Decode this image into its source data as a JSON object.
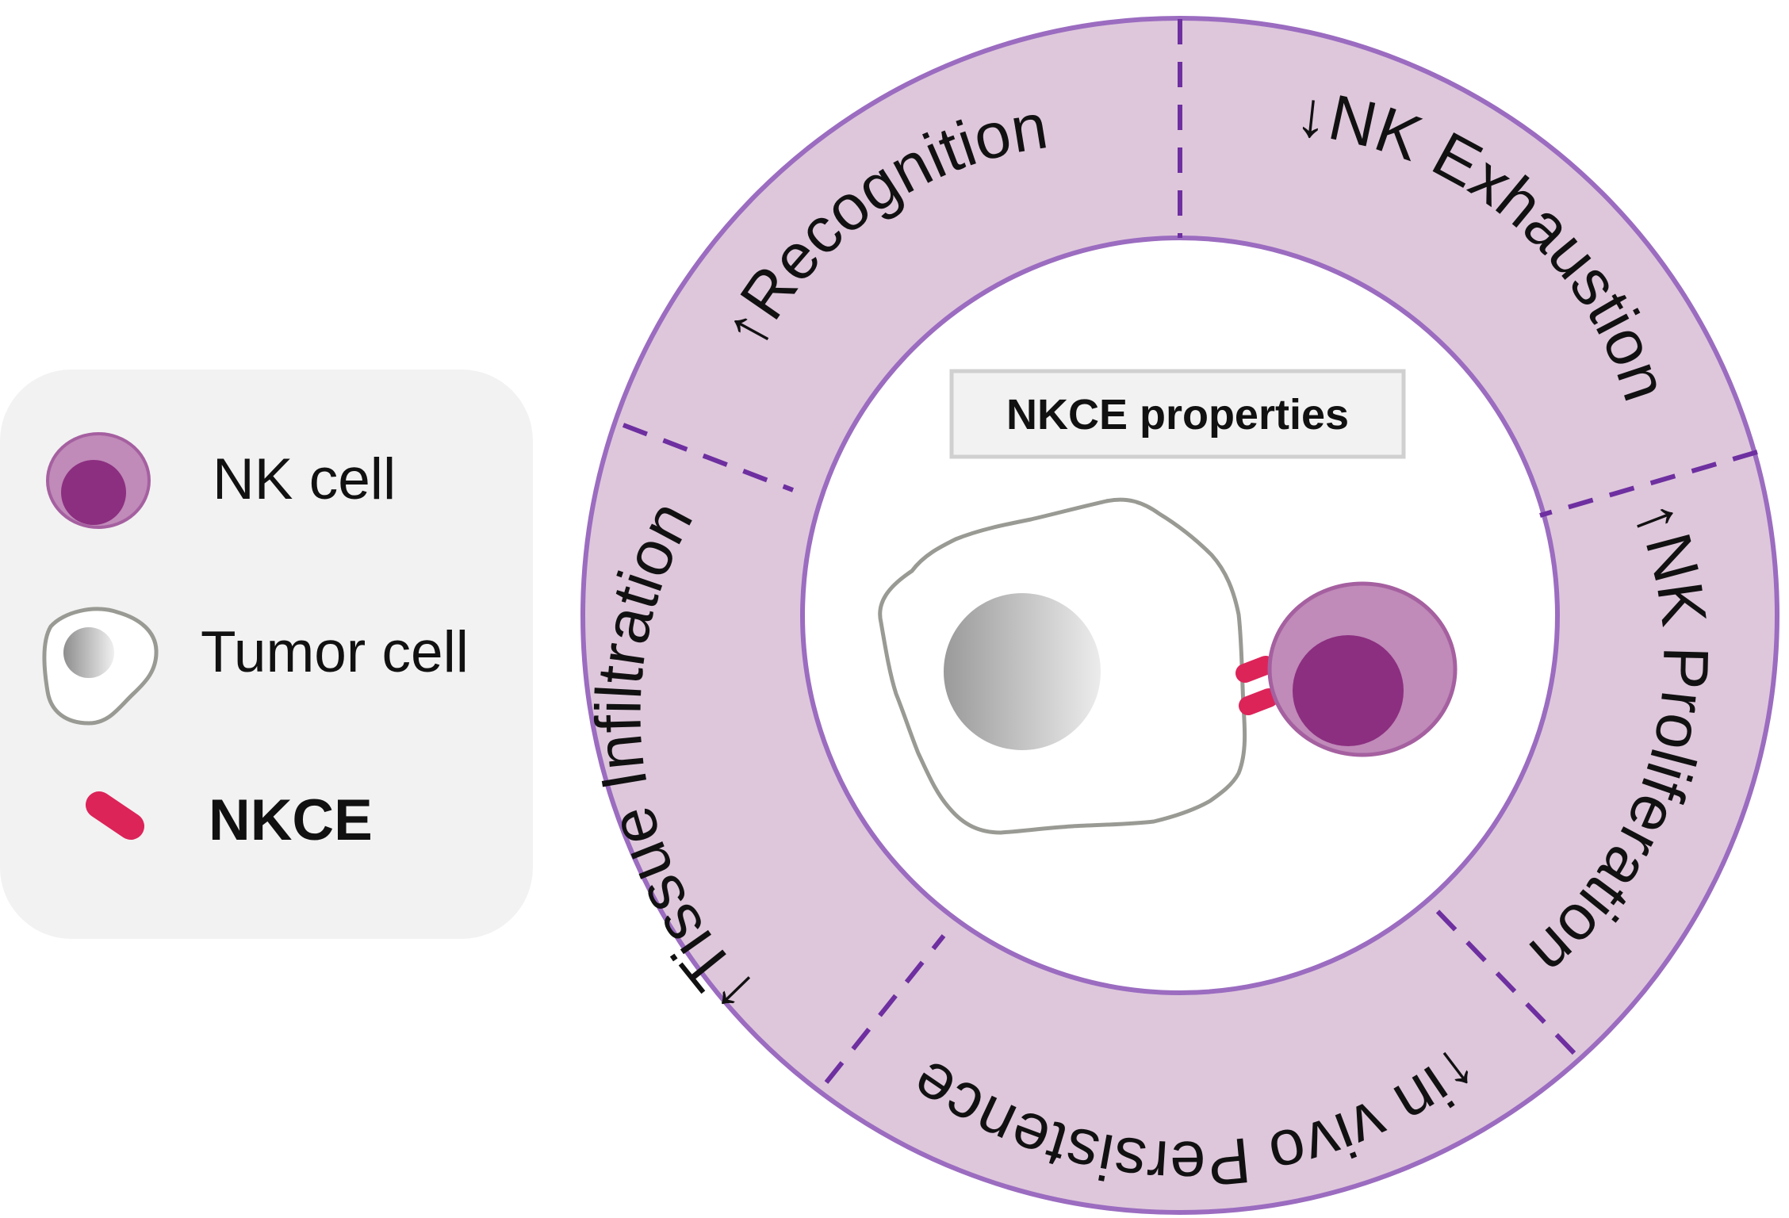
{
  "legend": {
    "nk_cell_label": "NK cell",
    "tumor_cell_label": "Tumor cell",
    "nkce_label": "NKCE"
  },
  "center": {
    "title": "NKCE properties"
  },
  "ring": {
    "segments": [
      {
        "label": "↑Recognition"
      },
      {
        "label": "↓NK Exhaustion"
      },
      {
        "label": "↑NK Proliferation"
      },
      {
        "label": "↑in vivo Persistence"
      },
      {
        "label": "↑Tissue Infiltration"
      }
    ]
  },
  "colors": {
    "ring_fill": "#dec7db",
    "ring_stroke": "#9b6cc0",
    "divider": "#6e2fa0",
    "nk_outer": "#c08ab9",
    "nk_inner": "#8c2f80",
    "nkce": "#dc2459",
    "tumor_outline": "#9a9a94",
    "legend_bg": "#f2f2f2",
    "box_bg": "#f2f2f2"
  }
}
